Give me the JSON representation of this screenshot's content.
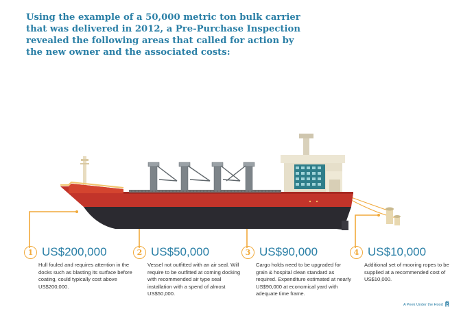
{
  "heading": "Using the example of a 50,000 metric ton bulk carrier that was delivered in 2012, a Pre-Purchase Inspection revealed the following areas that called for action by the new owner and the associated costs:",
  "items": [
    {
      "num": "1",
      "amount": "US$200,000",
      "text": "Hull fouled and requires attention in the docks such as blasting its surface before coating, could typically cost above US$200,000."
    },
    {
      "num": "2",
      "amount": "US$50,000",
      "text": "Vessel not outfitted with an air seal. Will require to be outfitted at coming docking with recommended air type seal installation with a spend of almost US$50,000."
    },
    {
      "num": "3",
      "amount": "US$90,000",
      "text": "Cargo holds need to be upgraded for grain & hospital clean standard as required. Expenditure estimated at nearly US$90,000 at economical yard with adequate time frame."
    },
    {
      "num": "4",
      "amount": "US$10,000",
      "text": "Additional set of mooring ropes to be supplied at a recommended cost of US$10,000."
    }
  ],
  "footer": {
    "text": "A Peek Under the Hood",
    "page": "5"
  },
  "colors": {
    "accent_blue": "#2a7fa6",
    "callout_orange": "#f1a93a",
    "hull_red": "#c2342a",
    "hull_dark": "#2b2a30"
  }
}
